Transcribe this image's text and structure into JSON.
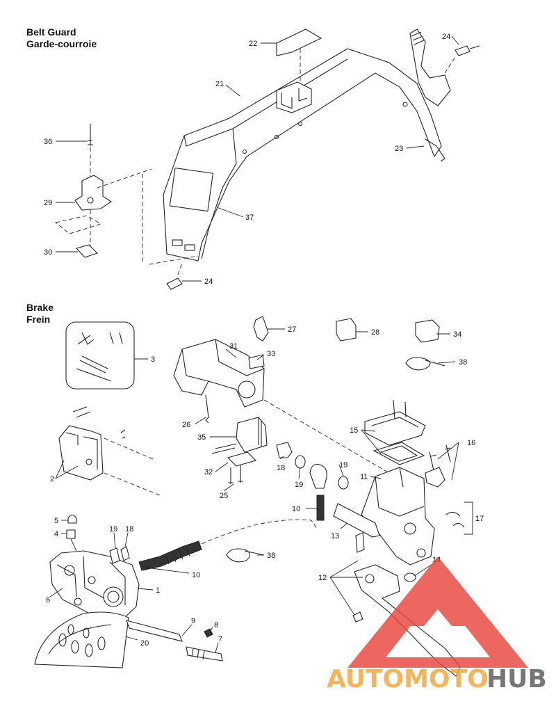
{
  "sections": {
    "belt_guard": {
      "title_en": "Belt Guard",
      "title_fr": "Garde-courroie"
    },
    "brake": {
      "title_en": "Brake",
      "title_fr": "Frein"
    }
  },
  "callouts": {
    "c22": "22",
    "c24a": "24",
    "c21": "21",
    "c23": "23",
    "c36": "36",
    "c29": "29",
    "c37": "37",
    "c30": "30",
    "c24b": "24",
    "c27": "27",
    "c28": "28",
    "c34": "34",
    "c31": "31",
    "c33": "33",
    "c38a": "38",
    "c3": "3",
    "c26": "26",
    "c35": "35",
    "c15": "15",
    "c16": "16",
    "c2": "2",
    "c18a": "18",
    "c19a": "19",
    "c19b": "19",
    "c32": "32",
    "c25": "25",
    "c11": "11",
    "c10a": "10",
    "c17": "17",
    "c5": "5",
    "c4": "4",
    "c19c": "19",
    "c18b": "18",
    "c13": "13",
    "c38b": "38",
    "c14": "14",
    "c10b": "10",
    "c12": "12",
    "c6": "6",
    "c1": "1",
    "c9": "9",
    "c8": "8",
    "c20": "20",
    "c7": "7"
  },
  "watermark": {
    "part1": "AUTOMOTO",
    "part2": "HUB",
    "color_primary": "#e8463c",
    "color_secondary": "#f0a63a",
    "color_dark": "#5a5a5a"
  }
}
